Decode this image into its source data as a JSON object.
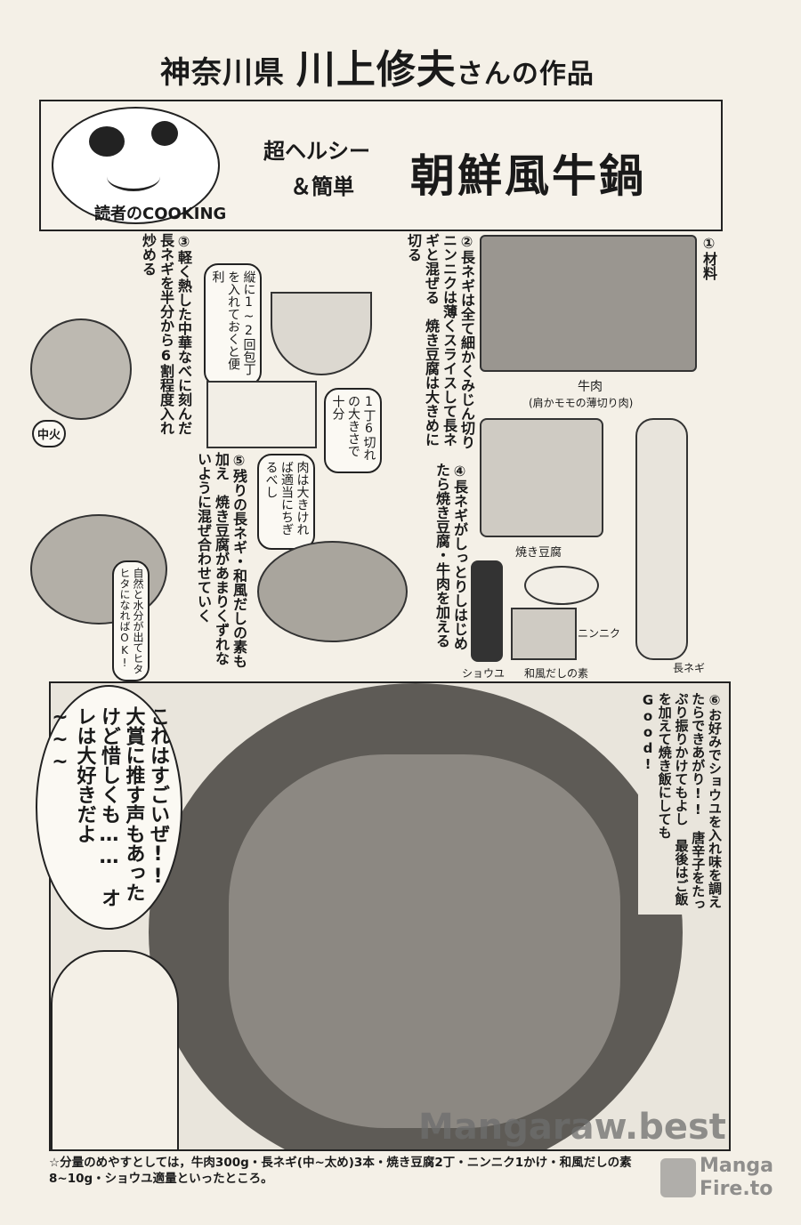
{
  "title": {
    "prefecture": "神奈川県",
    "author": "川上修夫",
    "suffix": "さんの作品"
  },
  "header": {
    "logo_text": "読者のCOOKING",
    "tagline_1": "超ヘルシー",
    "tagline_2": "＆簡単",
    "dish": "朝鮮風牛鍋"
  },
  "steps": {
    "s1": "①材料",
    "s2": "②長ネギは全て細かくみじん切り　ニンニクは薄くスライスして長ネギと混ぜる　焼き豆腐は大きめに切る",
    "s3": "③軽く熱した中華なべに刻んだ長ネギを半分から6割程度入れ炒める",
    "s4": "④長ネギがしっとりしはじめたら焼き豆腐・牛肉を加える",
    "s5": "⑤残りの長ネギ・和風だしの素も加え　焼き豆腐があまりくずれないように混ぜ合わせていく",
    "s6": "⑥お好みでショウユを入れ味を調えたらできあがり!!　唐辛子をたっぷり振りかけてもよし　最後はご飯を加えて焼き飯にしてもGood!"
  },
  "bubbles": {
    "knife": "縦に1~2回包丁を入れておくと便利",
    "tofu": "1丁6切れの大きさで十分",
    "meat": "肉は大きければ適当にちぎるべし",
    "water": "自然と水分が出てヒタヒタになればOK!",
    "heat": "中火",
    "speech": "これはすごいぜ!!　大賞に推す声もあったけど惜しくも……　オレは大好きだよ~~~"
  },
  "ingredients": {
    "beef": "牛肉",
    "beef_note": "(肩かモモの薄切り肉)",
    "tofu": "焼き豆腐",
    "soy": "ショウユ",
    "dashi": "和風だしの素",
    "garlic": "ニンニク",
    "leek": "長ネギ"
  },
  "caption": "☆分量のめやすとしては，牛肉300g・長ネギ(中~太め)3本・焼き豆腐2丁・ニンニク1かけ・和風だしの素8~10g・ショウユ適量といったところ。",
  "watermarks": {
    "top": "Mangaraw.best",
    "bottom_1": "Manga",
    "bottom_2": "Fire.to"
  }
}
